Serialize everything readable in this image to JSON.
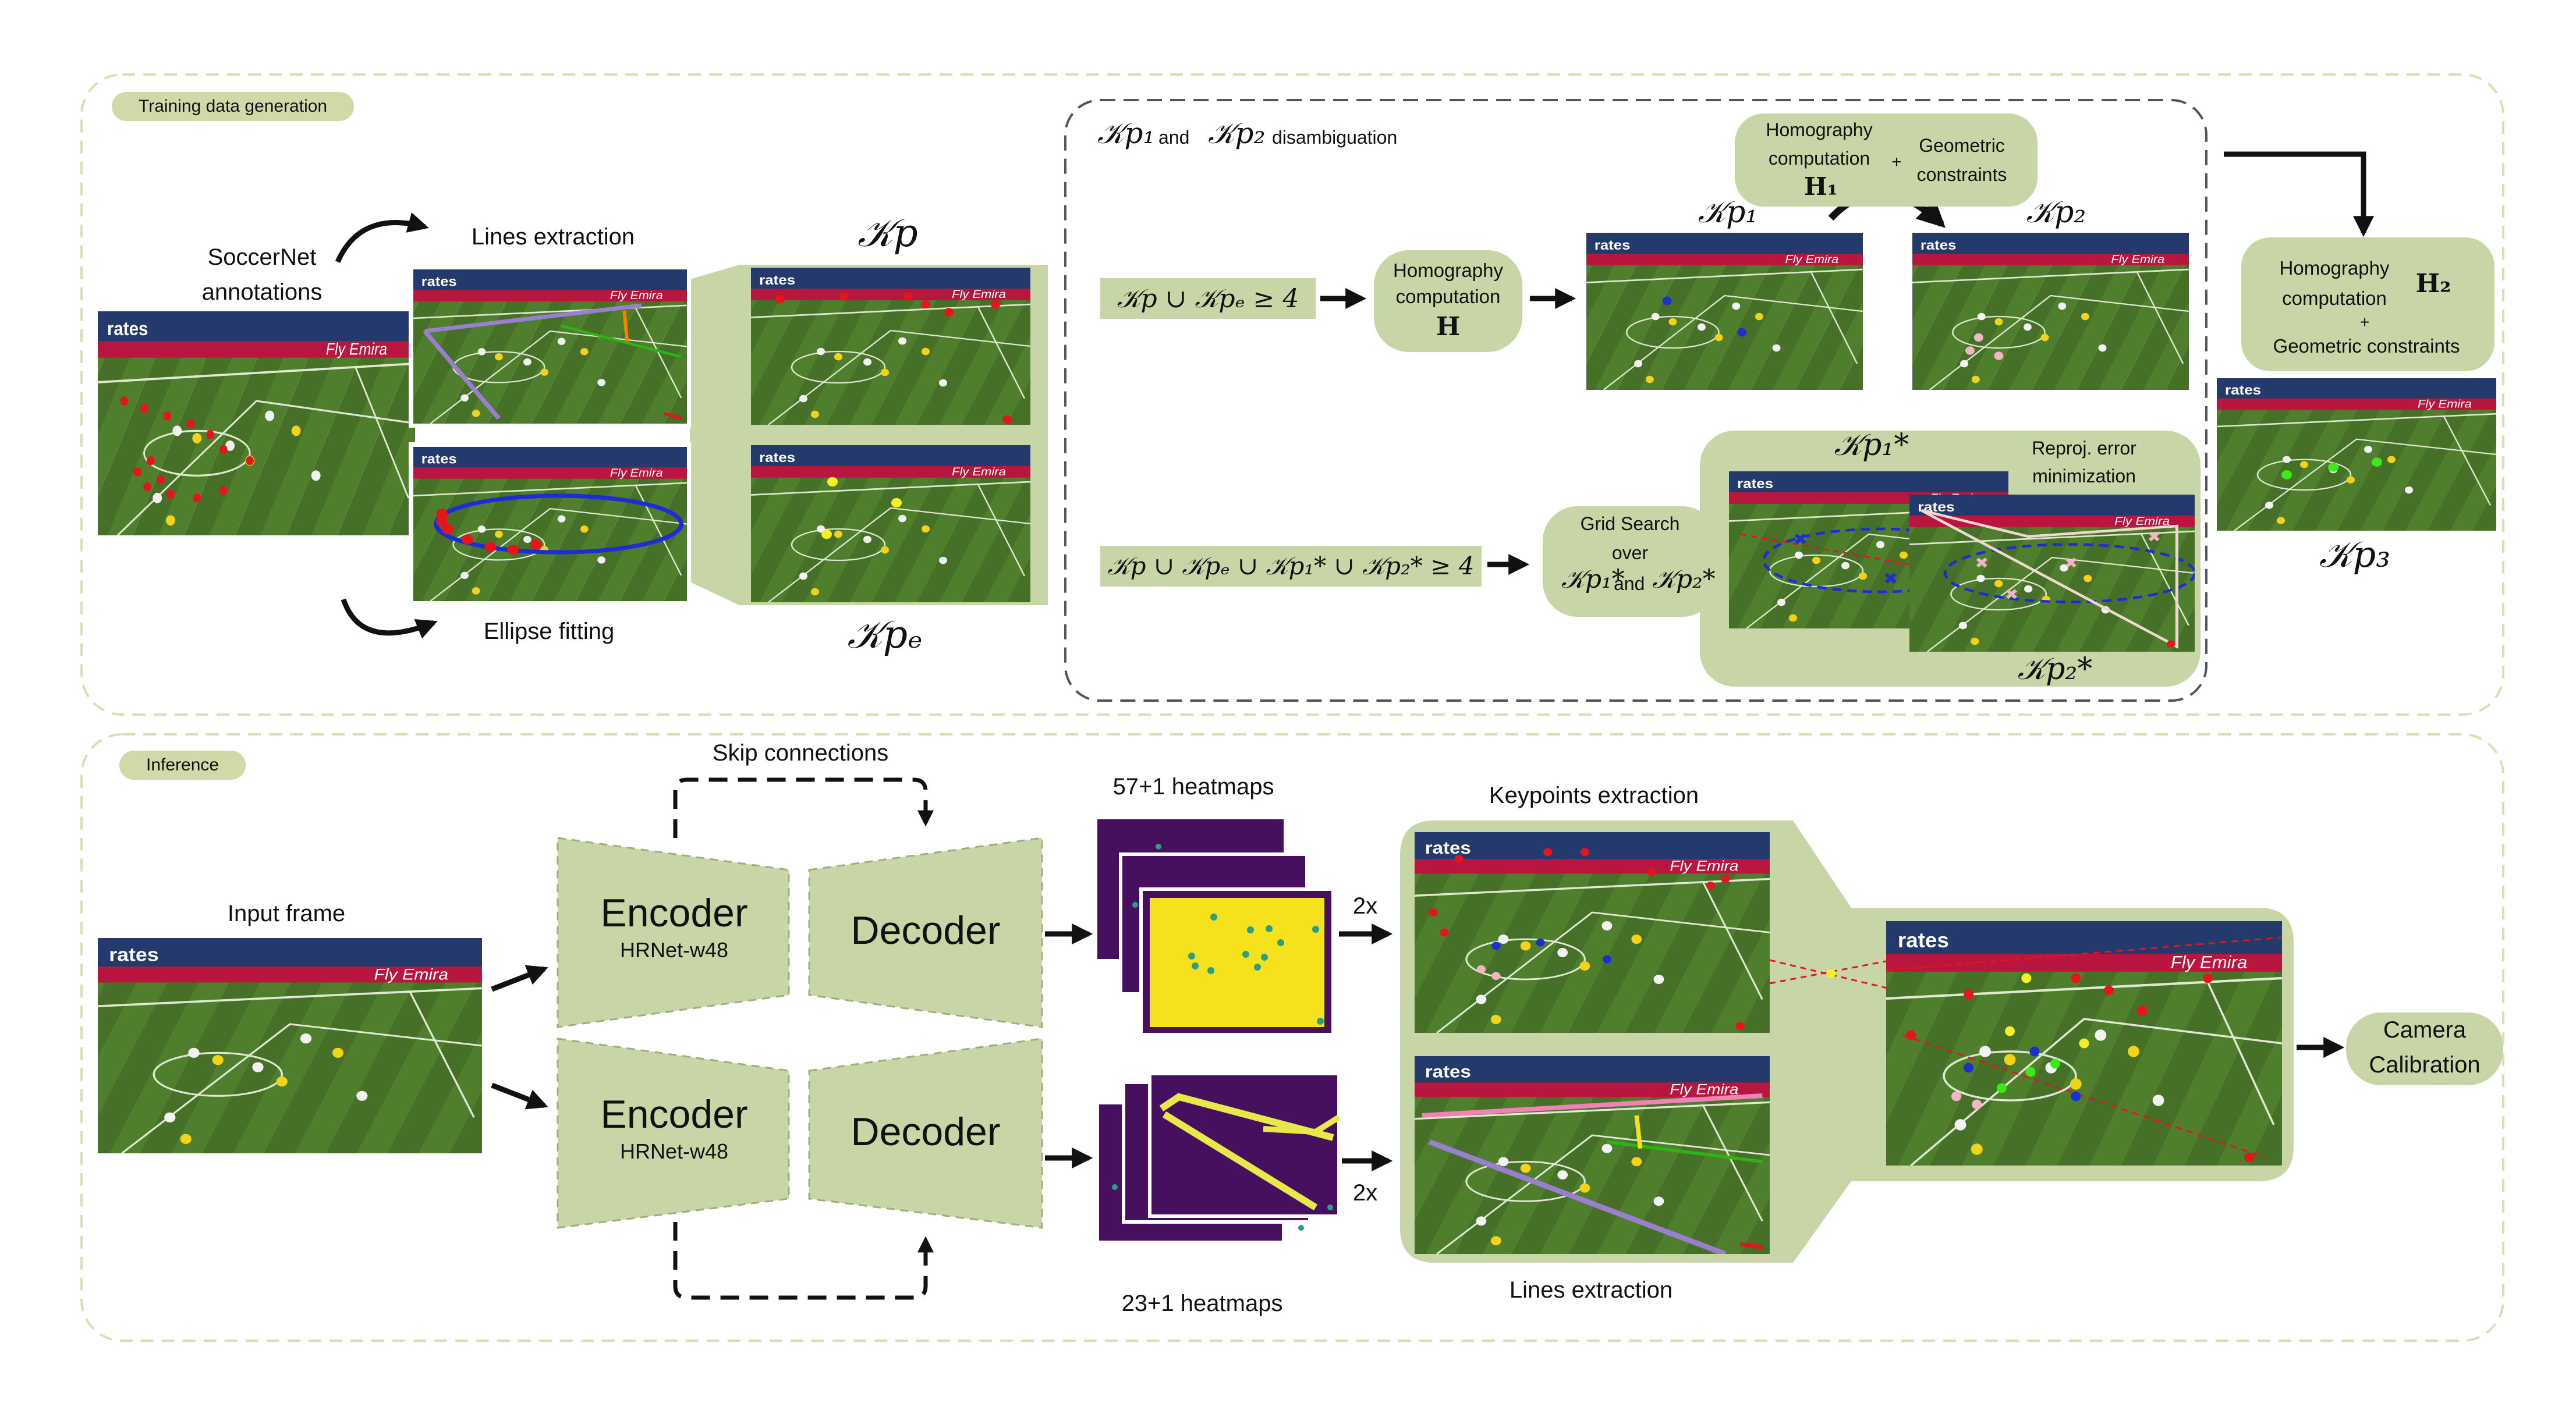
{
  "training": {
    "tag": "Training data generation",
    "annotations_label_1": "SoccerNet",
    "annotations_label_2": "annotations",
    "lines_extraction": "Lines extraction",
    "ellipse_fitting": "Ellipse fitting",
    "kp_label": "𝒦p",
    "kpe_label": "𝒦pₑ",
    "disamb_kp1": "𝒦p₁",
    "disamb_and": "and",
    "disamb_kp2": "𝒦p₂",
    "disamb_text": "disambiguation",
    "cond1": "𝒦p ∪ 𝒦pₑ ≥ 4",
    "hom1_line1": "Homography",
    "hom1_line2": "computation",
    "hom1_sym": "H",
    "kp1_top": "𝒦p₁",
    "kp2_top": "𝒦p₂",
    "hom2_line1": "Homography",
    "hom2_line2": "computation",
    "hom2_plus": "+",
    "hom2_sym": "H₁",
    "geo_line1": "Geometric",
    "geo_line2": "constraints",
    "hom3_line1": "Homography",
    "hom3_line2": "computation",
    "hom3_sym": "H₂",
    "hom3_plus": "+",
    "hom3_line3": "Geometric constraints",
    "kp3_label": "𝒦p₃",
    "cond2": "𝒦p ∪ 𝒦pₑ ∪ 𝒦p₁* ∪ 𝒦p₂* ≥ 4",
    "grid_line1": "Grid Search",
    "grid_line2": "over",
    "grid_kp1": "𝒦p₁*",
    "grid_and": "and",
    "grid_kp2": "𝒦p₂*",
    "kp1_star": "𝒦p₁*",
    "kp2_star": "𝒦p₂*",
    "reproj_1": "Reproj. error",
    "reproj_2": "minimization"
  },
  "inference": {
    "tag": "Inference",
    "input_frame": "Input frame",
    "skip_connections": "Skip connections",
    "encoder": "Encoder",
    "encoder_sub": "HRNet-w48",
    "decoder": "Decoder",
    "heatmaps_top": "57+1 heatmaps",
    "heatmaps_bottom": "23+1 heatmaps",
    "upsample_1": "2x",
    "upsample_2": "2x",
    "keypoints_extraction": "Keypoints extraction",
    "lines_extraction": "Lines extraction",
    "camera_1": "Camera",
    "camera_2": "Calibration"
  },
  "colors": {
    "panel_green": "#c8d5a6",
    "dashed_border": "#d6e2b6",
    "pitch": "#4e7d2c",
    "heatmap_purple": "#46105f",
    "heatmap_yellow": "#f5e11c",
    "keypoint_red": "#e8141b",
    "keypoint_blue": "#1c2fd1",
    "ellipse_blue": "#1f2bd8",
    "line_purple": "#9a7fd1"
  }
}
